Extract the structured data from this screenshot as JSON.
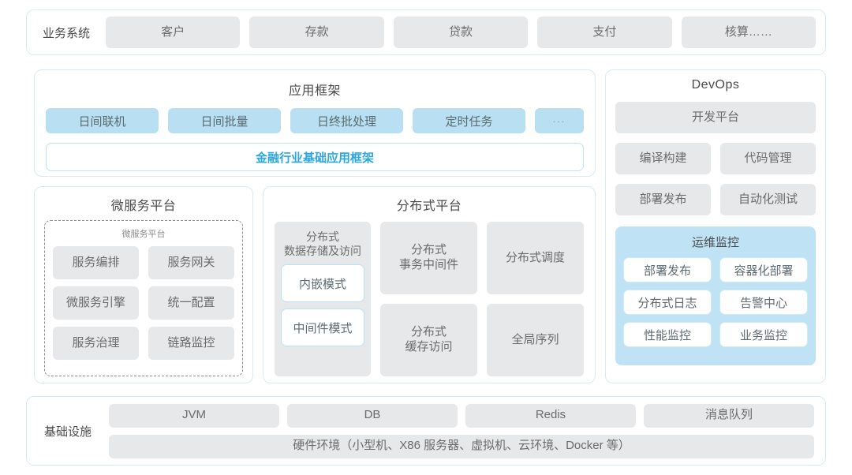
{
  "business_systems": {
    "label": "业务系统",
    "items": [
      "客户",
      "存款",
      "贷款",
      "支付",
      "核算……"
    ]
  },
  "app_framework": {
    "title": "应用框架",
    "items": [
      "日间联机",
      "日间批量",
      "日终批处理",
      "定时任务"
    ],
    "more": "...",
    "banner": "金融行业基础应用框架",
    "banner_color": "#2ba7e0",
    "chip_color": "#b9dff3"
  },
  "microservice_platform": {
    "title": "微服务平台",
    "inner_label": "微服务平台",
    "items": [
      "服务编排",
      "服务网关",
      "微服务引擎",
      "统一配置",
      "服务治理",
      "链路监控"
    ]
  },
  "distributed_platform": {
    "title": "分布式平台",
    "storage": {
      "title": "分布式\n数据存储及访问",
      "modes": [
        "内嵌模式",
        "中间件模式"
      ]
    },
    "column_b": [
      "分布式\n事务中间件",
      "分布式\n缓存访问"
    ],
    "column_c": [
      "分布式调度",
      "全局序列"
    ]
  },
  "devops": {
    "title": "DevOps",
    "platform": "开发平台",
    "items": [
      "编译构建",
      "代码管理",
      "部署发布",
      "自动化测试"
    ],
    "monitoring": {
      "title": "运维监控",
      "items": [
        "部署发布",
        "容器化部署",
        "分布式日志",
        "告警中心",
        "性能监控",
        "业务监控"
      ],
      "background": "#bfe3f5"
    }
  },
  "infrastructure": {
    "label": "基础设施",
    "items": [
      "JVM",
      "DB",
      "Redis",
      "消息队列"
    ],
    "hardware": "硬件环境（小型机、X86 服务器、虚拟机、云环境、Docker 等）"
  },
  "colors": {
    "panel_border": "#d9eaf3",
    "chip_gray": "#e7e8ea",
    "chip_blue": "#b9dff3",
    "text_dark": "#4a4a4a",
    "text_gray": "#6b6b6b"
  }
}
